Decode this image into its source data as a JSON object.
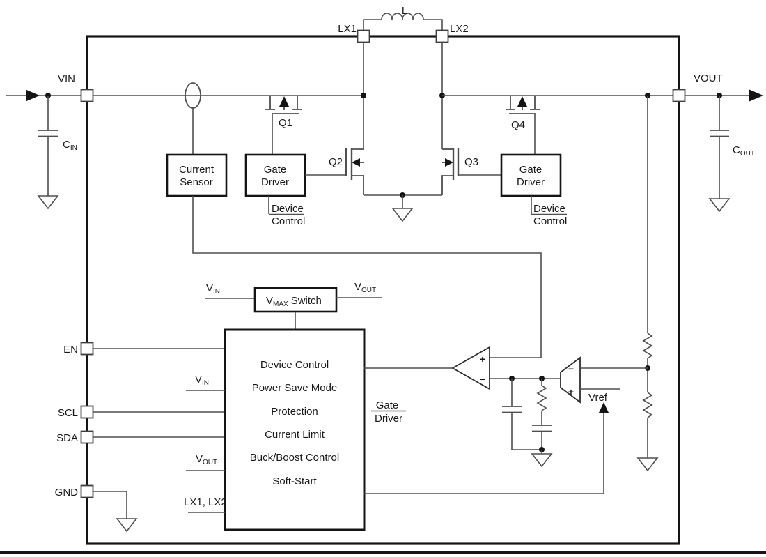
{
  "pins": {
    "vin": "VIN",
    "vout": "VOUT",
    "lx1": "LX1",
    "lx2": "LX2",
    "en": "EN",
    "scl": "SCL",
    "sda": "SDA",
    "gnd": "GND"
  },
  "passives": {
    "inductor": "L",
    "cap_prefix": "C",
    "sub_in": "IN",
    "sub_out": "OUT"
  },
  "transistors": {
    "q1": "Q1",
    "q2": "Q2",
    "q3": "Q3",
    "q4": "Q4"
  },
  "blocks": {
    "current_sensor": [
      "Current",
      "Sensor"
    ],
    "gate_driver": [
      "Gate",
      "Driver"
    ],
    "vmax": {
      "v": "V",
      "sub": "MAX",
      "rest": "Switch"
    },
    "main_functions": [
      "Device Control",
      "Power Save Mode",
      "Protection",
      "Current Limit",
      "Buck/Boost Control",
      "Soft-Start"
    ]
  },
  "signals": {
    "v_prefix": "V",
    "sub_in": "IN",
    "sub_out": "OUT",
    "lx_pins": "LX1, LX2",
    "vref": "Vref",
    "device_control": [
      "Device",
      "Control"
    ],
    "gate_driver_label": [
      "Gate",
      "Driver"
    ],
    "plus": "+",
    "minus": "−"
  },
  "colors": {
    "line": "#4f4f51",
    "outline": "#141414",
    "text": "#1a1a1a"
  }
}
